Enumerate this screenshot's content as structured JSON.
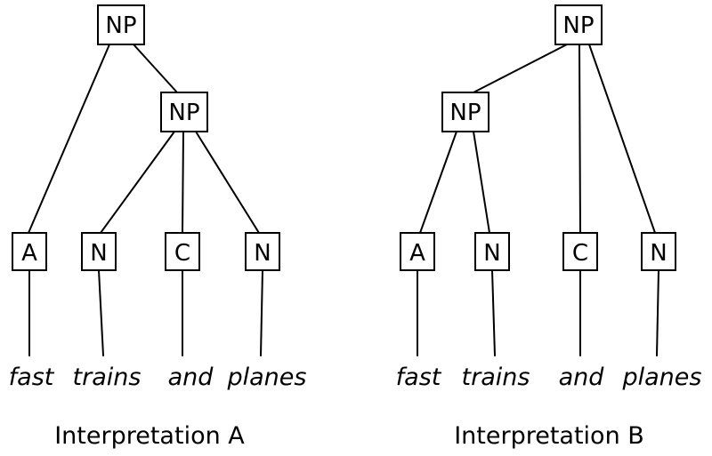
{
  "page": {
    "background": "#ffffff",
    "line_color": "#000000",
    "text_color": "#000000"
  },
  "trees": [
    {
      "caption": "Interpretation A",
      "root_label": "NP",
      "inner_label": "NP",
      "leaves": [
        {
          "label": "A",
          "word": "fast"
        },
        {
          "label": "N",
          "word": "trains"
        },
        {
          "label": "C",
          "word": "and"
        },
        {
          "label": "N",
          "word": "planes"
        }
      ]
    },
    {
      "caption": "Interpretation B",
      "root_label": "NP",
      "inner_label": "NP",
      "leaves": [
        {
          "label": "A",
          "word": "fast"
        },
        {
          "label": "N",
          "word": "trains"
        },
        {
          "label": "C",
          "word": "and"
        },
        {
          "label": "N",
          "word": "planes"
        }
      ]
    }
  ]
}
